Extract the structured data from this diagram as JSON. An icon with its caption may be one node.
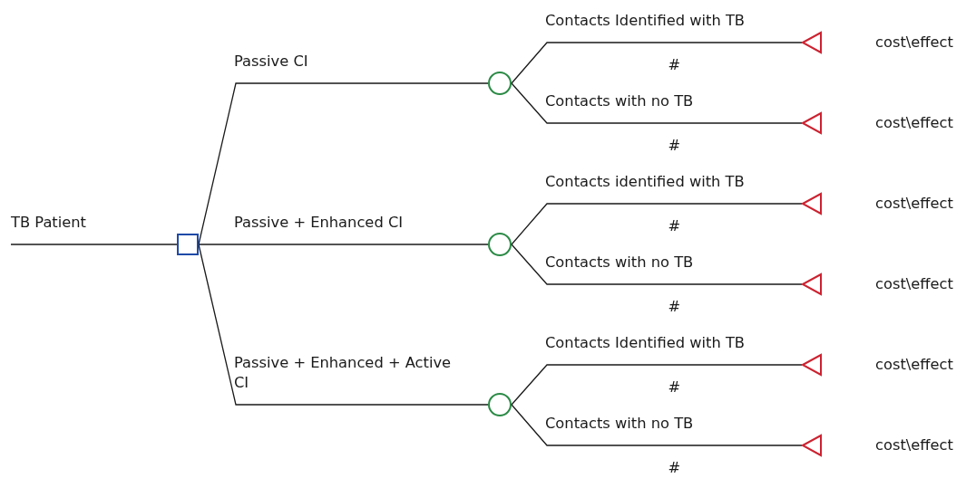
{
  "diagram": {
    "nodes": [
      {
        "text": [],
        "shape": "box"
      },
      {
        "text": [],
        "shape": "circle"
      },
      {
        "text": [],
        "shape": "triangle"
      },
      {
        "text": [],
        "shape": "triangle"
      },
      {
        "text": [],
        "shape": "circle"
      },
      {
        "text": [],
        "shape": "triangle"
      },
      {
        "text": [],
        "shape": "triangle"
      },
      {
        "text": [],
        "shape": "circle"
      },
      {
        "text": [],
        "shape": "triangle"
      },
      {
        "text": [],
        "shape": "triangle"
      }
    ],
    "edges": [
      {
        "from": null,
        "to": 0,
        "arrow": "none",
        "label": "TB Patient"
      },
      {
        "from": 0,
        "to": 1,
        "arrow": "none",
        "label": "Passive CI"
      },
      {
        "from": 1,
        "to": 2,
        "arrow": "none",
        "label": "Contacts Identified with TB"
      },
      {
        "from": 1,
        "to": 3,
        "arrow": "none",
        "label": "Contacts with no TB"
      },
      {
        "from": 0,
        "to": 4,
        "arrow": "none",
        "label": "Passive + Enhanced CI"
      },
      {
        "from": 4,
        "to": 5,
        "arrow": "none",
        "label": "Contacts identified with TB"
      },
      {
        "from": 4,
        "to": 6,
        "arrow": "none",
        "label": "Contacts with no TB"
      },
      {
        "from": 0,
        "to": 7,
        "arrow": "none",
        "label": "Passive + Enhanced + Active CI"
      },
      {
        "from": 7,
        "to": 8,
        "arrow": "none",
        "label": "Contacts Identified with TB"
      },
      {
        "from": 7,
        "to": 9,
        "arrow": "none",
        "label": "Contacts with no TB"
      }
    ],
    "labels": [
      "cost\\effect",
      "#",
      "cost\\effect",
      "#",
      "cost\\effect",
      "#",
      "cost\\effect",
      "#",
      "cost\\effect",
      "#",
      "cost\\effect",
      "#"
    ]
  }
}
